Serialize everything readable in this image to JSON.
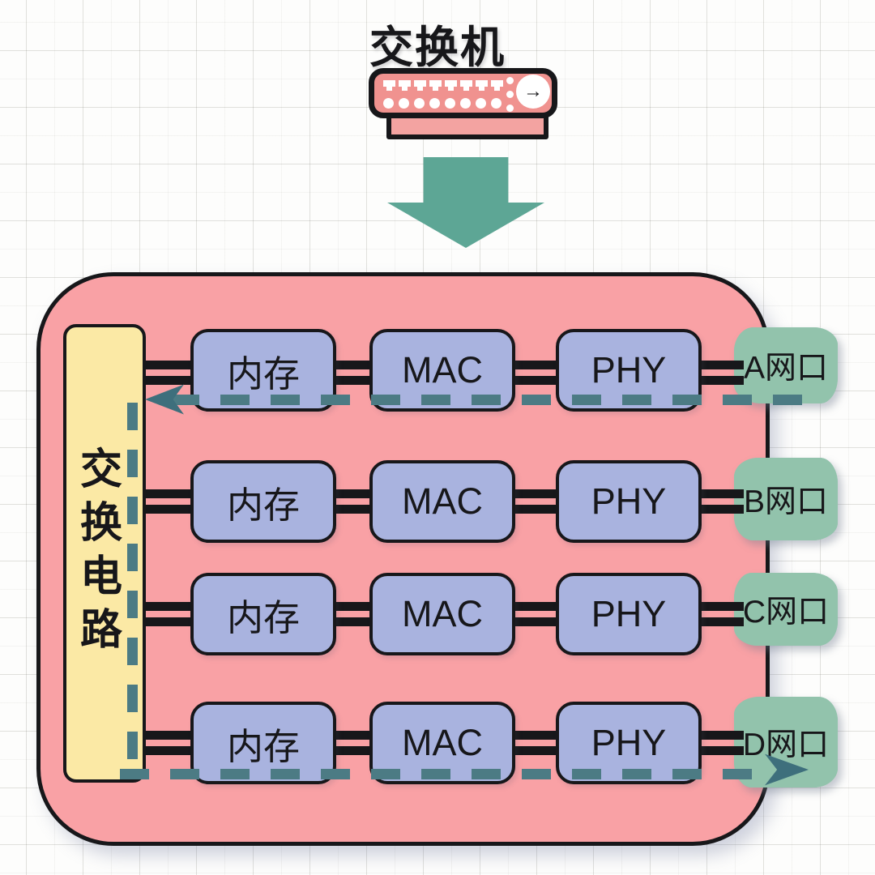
{
  "title": {
    "text": "交换机"
  },
  "device": {
    "arrow_glyph": "→"
  },
  "diagram": {
    "switch_circuit_label": "交换电路",
    "rows": [
      {
        "port": "A网口",
        "modules": [
          "内存",
          "MAC",
          "PHY"
        ]
      },
      {
        "port": "B网口",
        "modules": [
          "内存",
          "MAC",
          "PHY"
        ]
      },
      {
        "port": "C网口",
        "modules": [
          "内存",
          "MAC",
          "PHY"
        ]
      },
      {
        "port": "D网口",
        "modules": [
          "内存",
          "MAC",
          "PHY"
        ]
      }
    ],
    "flow_path": {
      "ingress_port": "A网口",
      "egress_port": "D网口"
    }
  },
  "colors": {
    "chassis_pink": "#f9a1a5",
    "device_pink": "#f0928f",
    "module_purple": "#a9b3df",
    "circuit_yellow": "#fbe9a5",
    "port_green": "#92c3ac",
    "flow_dash_teal": "#4c7b84",
    "arrowhead_teal": "#3e6f7c",
    "big_arrow_green": "#5da695",
    "ink_black": "#17171a"
  }
}
